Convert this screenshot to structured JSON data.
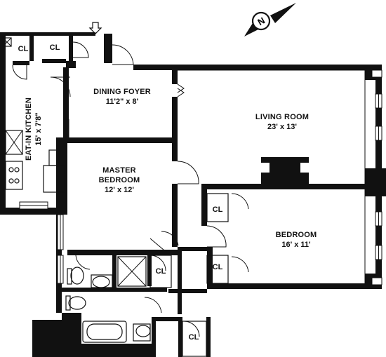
{
  "rooms": {
    "dining_foyer": {
      "name": "DINING FOYER",
      "dims": "11'2\" x 8'"
    },
    "living_room": {
      "name": "LIVING ROOM",
      "dims": "23' x 13'"
    },
    "master_bedroom": {
      "name_line1": "MASTER",
      "name_line2": "BEDROOM",
      "dims": "12' x 12'"
    },
    "bedroom": {
      "name": "BEDROOM",
      "dims": "16' x 11'"
    },
    "kitchen": {
      "name": "EAT-IN KITCHEN",
      "dims": "15' x 7'8\""
    }
  },
  "closets": {
    "kitchen_cl_1": "CL",
    "kitchen_cl_2": "CL",
    "master_cl_1": "CL",
    "master_cl_2": "CL",
    "bedroom_cl_1": "CL",
    "bedroom_cl_2": "CL"
  },
  "compass": {
    "label": "N"
  },
  "icons": [
    "compass-icon",
    "entry-arrow-icon"
  ]
}
